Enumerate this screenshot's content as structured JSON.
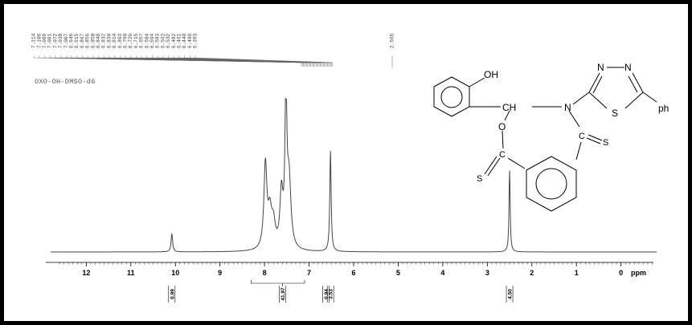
{
  "sample": {
    "label": "OXO-OH-DMSO-d6"
  },
  "peak_list": {
    "left_group": [
      "7.114",
      "7.106",
      "7.089",
      "7.081",
      "7.072",
      "7.038",
      "7.007",
      "6.949",
      "6.915",
      "6.867",
      "6.856",
      "6.850",
      "6.848",
      "6.832",
      "6.830",
      "6.814",
      "6.803",
      "6.790",
      "6.726",
      "6.715",
      "6.657",
      "6.604",
      "6.594",
      "6.583",
      "6.562",
      "6.532",
      "6.482",
      "6.461",
      "6.440",
      "6.409",
      "6.393"
    ],
    "right_group": [
      "2.566"
    ]
  },
  "structure_labels": {
    "hydroxyl": "OH",
    "methine": "CH",
    "amine_n": "N",
    "oxygen": "O",
    "carbon_left": "C",
    "sulfur_left": "S",
    "carbon_right": "C",
    "sulfur_right": "S",
    "ring_n1": "N",
    "ring_n2": "N",
    "ring_s": "S",
    "phenyl": "ph"
  },
  "chart_data": {
    "type": "line",
    "title": "",
    "xlabel": "ppm",
    "ylabel": "",
    "xlim": [
      12.8,
      -0.8
    ],
    "x_reversed": true,
    "xticks": [
      12,
      11,
      10,
      9,
      8,
      7,
      6,
      5,
      4,
      3,
      2,
      1,
      0
    ],
    "grid": false,
    "baseline_intensity": 0,
    "peaks": [
      {
        "ppm": 10.08,
        "height": 0.12,
        "width": 0.02
      },
      {
        "ppm": 7.98,
        "height": 0.55,
        "width": 0.04
      },
      {
        "ppm": 7.88,
        "height": 0.22,
        "width": 0.05
      },
      {
        "ppm": 7.8,
        "height": 0.15,
        "width": 0.05
      },
      {
        "ppm": 7.62,
        "height": 0.35,
        "width": 0.04
      },
      {
        "ppm": 7.52,
        "height": 1.0,
        "width": 0.025
      },
      {
        "ppm": 7.45,
        "height": 0.45,
        "width": 0.05
      },
      {
        "ppm": 6.52,
        "height": 0.66,
        "width": 0.018
      },
      {
        "ppm": 2.5,
        "height": 0.54,
        "width": 0.015
      }
    ],
    "integrals": [
      {
        "ppm": 10.08,
        "value": "0.99",
        "from": 10.08,
        "to": 10.08
      },
      {
        "ppm": 7.6,
        "value": "41.97",
        "from": 8.3,
        "to": 7.1
      },
      {
        "ppm": 6.62,
        "value": "0.94",
        "from": 6.62,
        "to": 6.62
      },
      {
        "ppm": 6.52,
        "value": "3.53",
        "from": 6.52,
        "to": 6.52
      },
      {
        "ppm": 2.5,
        "value": "4.50",
        "from": 2.5,
        "to": 2.5
      }
    ]
  }
}
